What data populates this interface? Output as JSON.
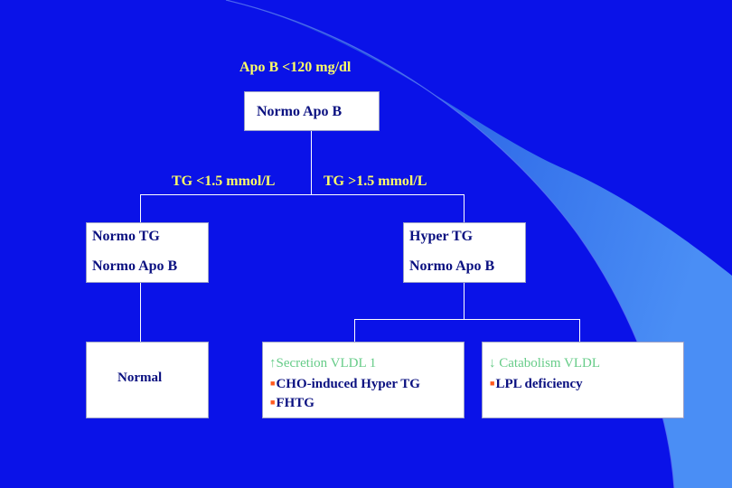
{
  "colors": {
    "background": "#0a12e8",
    "label": "#ffff66",
    "box_text": "#0a1080",
    "accent_green": "#66cc88",
    "bullet": "#ff5a1e"
  },
  "root": {
    "condition": "Apo B <120 mg/dl",
    "title": "Normo Apo B"
  },
  "split1": {
    "left_condition": "TG <1.5 mmol/L",
    "right_condition": "TG >1.5 mmol/L"
  },
  "left_node": {
    "line1": "Normo TG",
    "line2": "Normo Apo B"
  },
  "right_node": {
    "line1": "Hyper TG",
    "line2": "Normo Apo B"
  },
  "normal_node": {
    "text": "Normal"
  },
  "secretion_node": {
    "heading_icon": "up-arrow-icon",
    "heading": "Secretion VLDL 1",
    "items": [
      "CHO-induced Hyper  TG",
      "FHTG"
    ]
  },
  "catabolism_node": {
    "heading_icon": "down-arrow-icon",
    "heading": "Catabolism VLDL",
    "items": [
      "LPL deficiency"
    ]
  }
}
